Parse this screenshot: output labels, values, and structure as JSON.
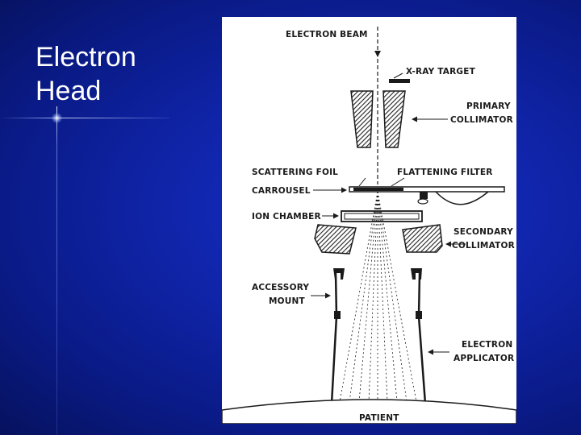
{
  "slide": {
    "title_lines": [
      "Electron",
      "Head"
    ]
  },
  "diagram": {
    "labels": {
      "electron_beam": "ELECTRON BEAM",
      "xray_target": "X-RAY TARGET",
      "primary_collimator_1": "PRIMARY",
      "primary_collimator_2": "COLLIMATOR",
      "scattering_foil": "SCATTERING FOIL",
      "flattening_filter": "FLATTENING FILTER",
      "carrousel": "CARROUSEL",
      "ion_chamber": "ION CHAMBER",
      "secondary_collimator_1": "SECONDARY",
      "secondary_collimator_2": "COLLIMATOR",
      "accessory_mount_1": "ACCESSORY",
      "accessory_mount_2": "MOUNT",
      "electron_applicator_1": "ELECTRON",
      "electron_applicator_2": "APPLICATOR",
      "patient": "PATIENT"
    }
  },
  "colors": {
    "background": "#0f23a6",
    "title_text": "#ffffff",
    "diagram_ink": "#1a1a1a",
    "diagram_paper": "#ffffff"
  }
}
